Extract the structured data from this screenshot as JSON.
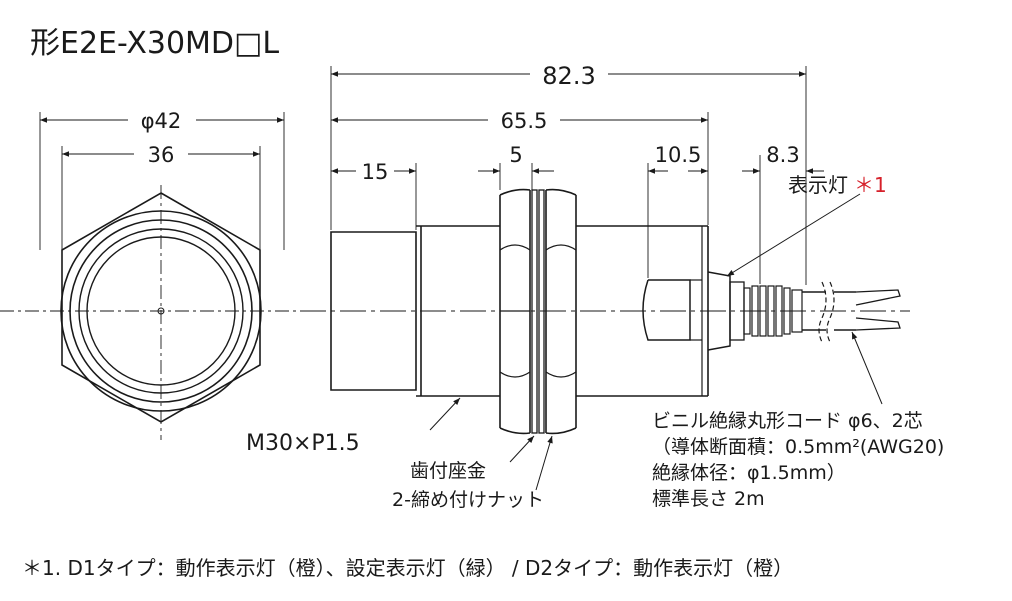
{
  "title": "形E2E-X30MD□L",
  "dimensions": {
    "overall_length": "82.3",
    "body_length": "65.5",
    "front_length": "15",
    "nut_width": "5",
    "rear_length": "10.5",
    "cable_section": "8.3",
    "outer_diameter": "φ42",
    "flat_width": "36"
  },
  "labels": {
    "indicator": "表示灯",
    "indicator_note_mark": "＊1",
    "thread": "M30×P1.5",
    "washer": "歯付座金",
    "nut": "2-締め付けナット",
    "cable_line1": "ビニル絶縁丸形コード φ6、2芯",
    "cable_line2": "（導体断面積：0.5mm²(AWG20)",
    "cable_line3": "絶縁体径：φ1.5mm）",
    "cable_line4": "標準長さ 2m"
  },
  "footnote": "＊1. D1タイプ：動作表示灯（橙）、設定表示灯（緑） / D2タイプ：動作表示灯（橙）",
  "colors": {
    "line": "#1a1a1a",
    "accent": "#d6202a",
    "background": "#ffffff"
  }
}
